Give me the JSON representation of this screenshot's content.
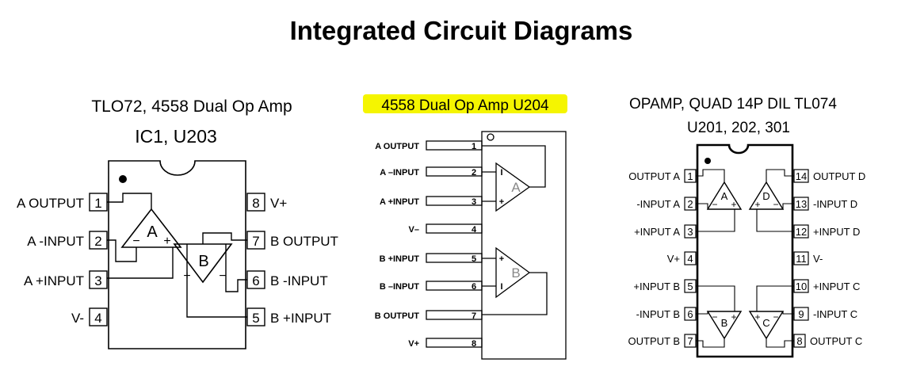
{
  "page": {
    "title": "Integrated Circuit Diagrams"
  },
  "colors": {
    "highlight": "#f5f500",
    "ink": "#000000",
    "paper": "#ffffff"
  },
  "left": {
    "title_line1": "TLO72, 4558 Dual Op Amp",
    "title_line2": "IC1, U203",
    "pins": [
      {
        "num": "1",
        "label": "A OUTPUT"
      },
      {
        "num": "2",
        "label": "A -INPUT"
      },
      {
        "num": "3",
        "label": "A +INPUT"
      },
      {
        "num": "4",
        "label": "V-"
      },
      {
        "num": "5",
        "label": "B +INPUT"
      },
      {
        "num": "6",
        "label": "B -INPUT"
      },
      {
        "num": "7",
        "label": "B OUTPUT"
      },
      {
        "num": "8",
        "label": "V+"
      }
    ],
    "amp_a": "A",
    "amp_b": "B",
    "minus": "−",
    "plus": "+"
  },
  "middle": {
    "title": "4558 Dual Op Amp  U204",
    "pins": [
      {
        "num": "1",
        "label": "A OUTPUT"
      },
      {
        "num": "2",
        "label": "A –INPUT"
      },
      {
        "num": "3",
        "label": "A +INPUT"
      },
      {
        "num": "4",
        "label": "V–"
      },
      {
        "num": "5",
        "label": "B +INPUT"
      },
      {
        "num": "6",
        "label": "B –INPUT"
      },
      {
        "num": "7",
        "label": "B OUTPUT"
      },
      {
        "num": "8",
        "label": "V+"
      }
    ],
    "amp_a": "A",
    "amp_b": "B",
    "minus": "I",
    "plus": "+"
  },
  "right": {
    "title_line1": "OPAMP, QUAD 14P DIL TL074",
    "title_line2": "U201, 202, 301",
    "left_pins": [
      {
        "num": "1",
        "label": "OUTPUT A"
      },
      {
        "num": "2",
        "label": "-INPUT A"
      },
      {
        "num": "3",
        "label": "+INPUT A"
      },
      {
        "num": "4",
        "label": "V+"
      },
      {
        "num": "5",
        "label": "+INPUT B"
      },
      {
        "num": "6",
        "label": "-INPUT B"
      },
      {
        "num": "7",
        "label": "OUTPUT B"
      }
    ],
    "right_pins": [
      {
        "num": "14",
        "label": "OUTPUT D"
      },
      {
        "num": "13",
        "label": "-INPUT D"
      },
      {
        "num": "12",
        "label": "+INPUT D"
      },
      {
        "num": "11",
        "label": "V-"
      },
      {
        "num": "10",
        "label": "+INPUT C"
      },
      {
        "num": "9",
        "label": "-INPUT C"
      },
      {
        "num": "8",
        "label": "OUTPUT C"
      }
    ],
    "amps": [
      "A",
      "D",
      "B",
      "C"
    ],
    "minus": "−",
    "plus": "+"
  }
}
